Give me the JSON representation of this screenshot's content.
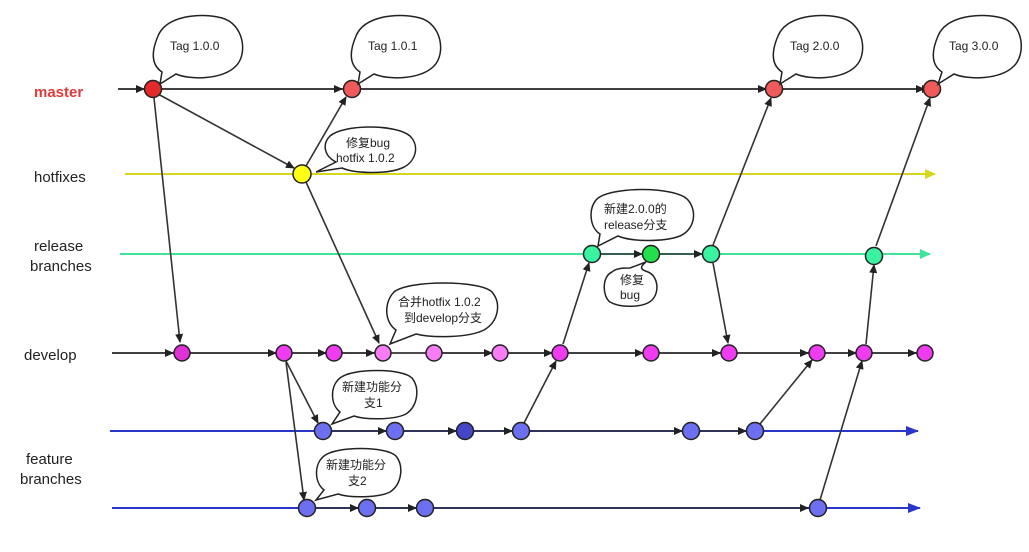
{
  "diagram": {
    "lanes": {
      "master": {
        "label": "master",
        "color": "#e03a3a"
      },
      "hotfixes": {
        "label": "hotfixes",
        "color": "#d6d61c"
      },
      "release": {
        "label_line1": "release",
        "label_line2": "branches",
        "color": "#3fe39a"
      },
      "develop": {
        "label": "develop",
        "color": "#e13ae0"
      },
      "feature": {
        "label_line1": "feature",
        "label_line2": "branches",
        "color": "#2a36c8"
      }
    },
    "callouts": {
      "tag_100": "Tag 1.0.0",
      "tag_101": "Tag 1.0.1",
      "tag_200": "Tag 2.0.0",
      "tag_300": "Tag 3.0.0",
      "hotfix_line1": "修复bug",
      "hotfix_line2": "hotfix 1.0.2",
      "release_new_line1": "新建2.0.0的",
      "release_new_line2": "release分支",
      "release_fix_line1": "修复",
      "release_fix_line2": "bug",
      "merge_hotfix_line1": "合并hotfix 1.0.2",
      "merge_hotfix_line2": "到develop分支",
      "feature1_line1": "新建功能分",
      "feature1_line2": "支1",
      "feature2_line1": "新建功能分",
      "feature2_line2": "支2"
    },
    "colors": {
      "master_node": "#f05a5a",
      "master_node_dark": "#e52a2a",
      "hotfix_node": "#ffff11",
      "release_node": "#3af3a0",
      "release_node_dark": "#22e04c",
      "develop_node": "#f03cf0",
      "develop_node_light": "#f77cf5",
      "feature_node": "#6b6ff0",
      "feature_node_dark": "#4446c8"
    }
  }
}
